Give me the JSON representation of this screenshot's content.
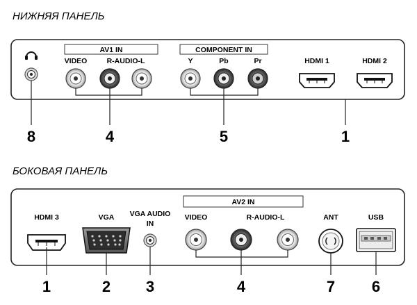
{
  "bottom_panel": {
    "title": "НИЖНЯЯ ПАНЕЛЬ",
    "groups": {
      "av1": "AV1 IN",
      "component": "COMPONENT IN"
    },
    "labels": {
      "video": "VIDEO",
      "audio": "R-AUDIO-L",
      "y": "Y",
      "pb": "Pb",
      "pr": "Pr",
      "hdmi1": "HDMI 1",
      "hdmi2": "HDMI 2"
    },
    "callouts": {
      "headphone": "8",
      "av1": "4",
      "component": "5",
      "hdmi": "1"
    },
    "headphone_icon": "headphone-icon"
  },
  "side_panel": {
    "title": "БОКОВАЯ ПАНЕЛЬ",
    "groups": {
      "av2": "AV2 IN"
    },
    "labels": {
      "hdmi3": "HDMI 3",
      "vga": "VGA",
      "vga_audio_1": "VGA AUDIO",
      "vga_audio_2": "IN",
      "video": "VIDEO",
      "audio": "R-AUDIO-L",
      "ant": "ANT",
      "usb": "USB"
    },
    "callouts": {
      "hdmi": "1",
      "vga": "2",
      "vga_audio": "3",
      "av2": "4",
      "ant": "7",
      "usb": "6"
    }
  }
}
